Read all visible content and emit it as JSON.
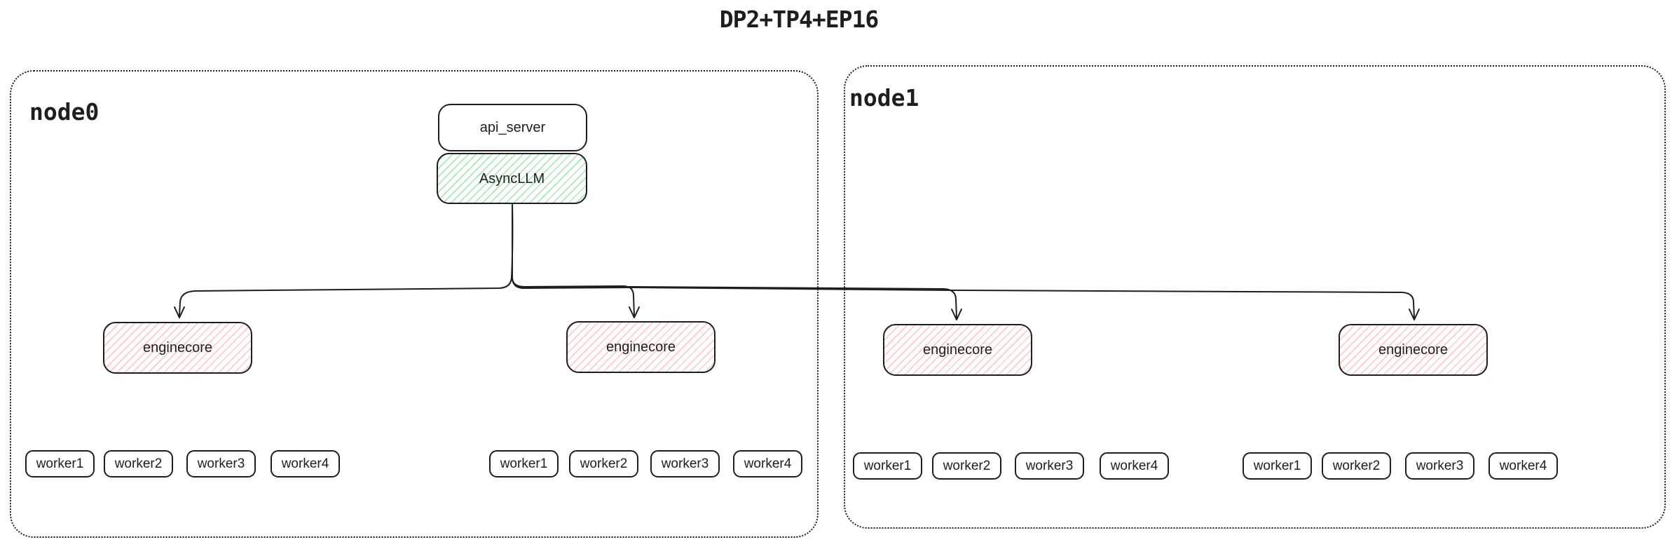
{
  "title": "DP2+TP4+EP16",
  "colors": {
    "stroke": "#1e1e1e",
    "green_hatch": "#a8e9b4",
    "red_hatch": "#ffc9c9",
    "background": "#ffffff"
  },
  "nodes": [
    {
      "label": "node0"
    },
    {
      "label": "node1"
    }
  ],
  "api_server": {
    "label": "api_server"
  },
  "async_llm": {
    "label": "AsyncLLM"
  },
  "enginecores": [
    {
      "label": "enginecore"
    },
    {
      "label": "enginecore"
    },
    {
      "label": "enginecore"
    },
    {
      "label": "enginecore"
    }
  ],
  "worker_groups": [
    {
      "workers": [
        "worker1",
        "worker2",
        "worker3",
        "worker4"
      ]
    },
    {
      "workers": [
        "worker1",
        "worker2",
        "worker3",
        "worker4"
      ]
    },
    {
      "workers": [
        "worker1",
        "worker2",
        "worker3",
        "worker4"
      ]
    },
    {
      "workers": [
        "worker1",
        "worker2",
        "worker3",
        "worker4"
      ]
    }
  ]
}
